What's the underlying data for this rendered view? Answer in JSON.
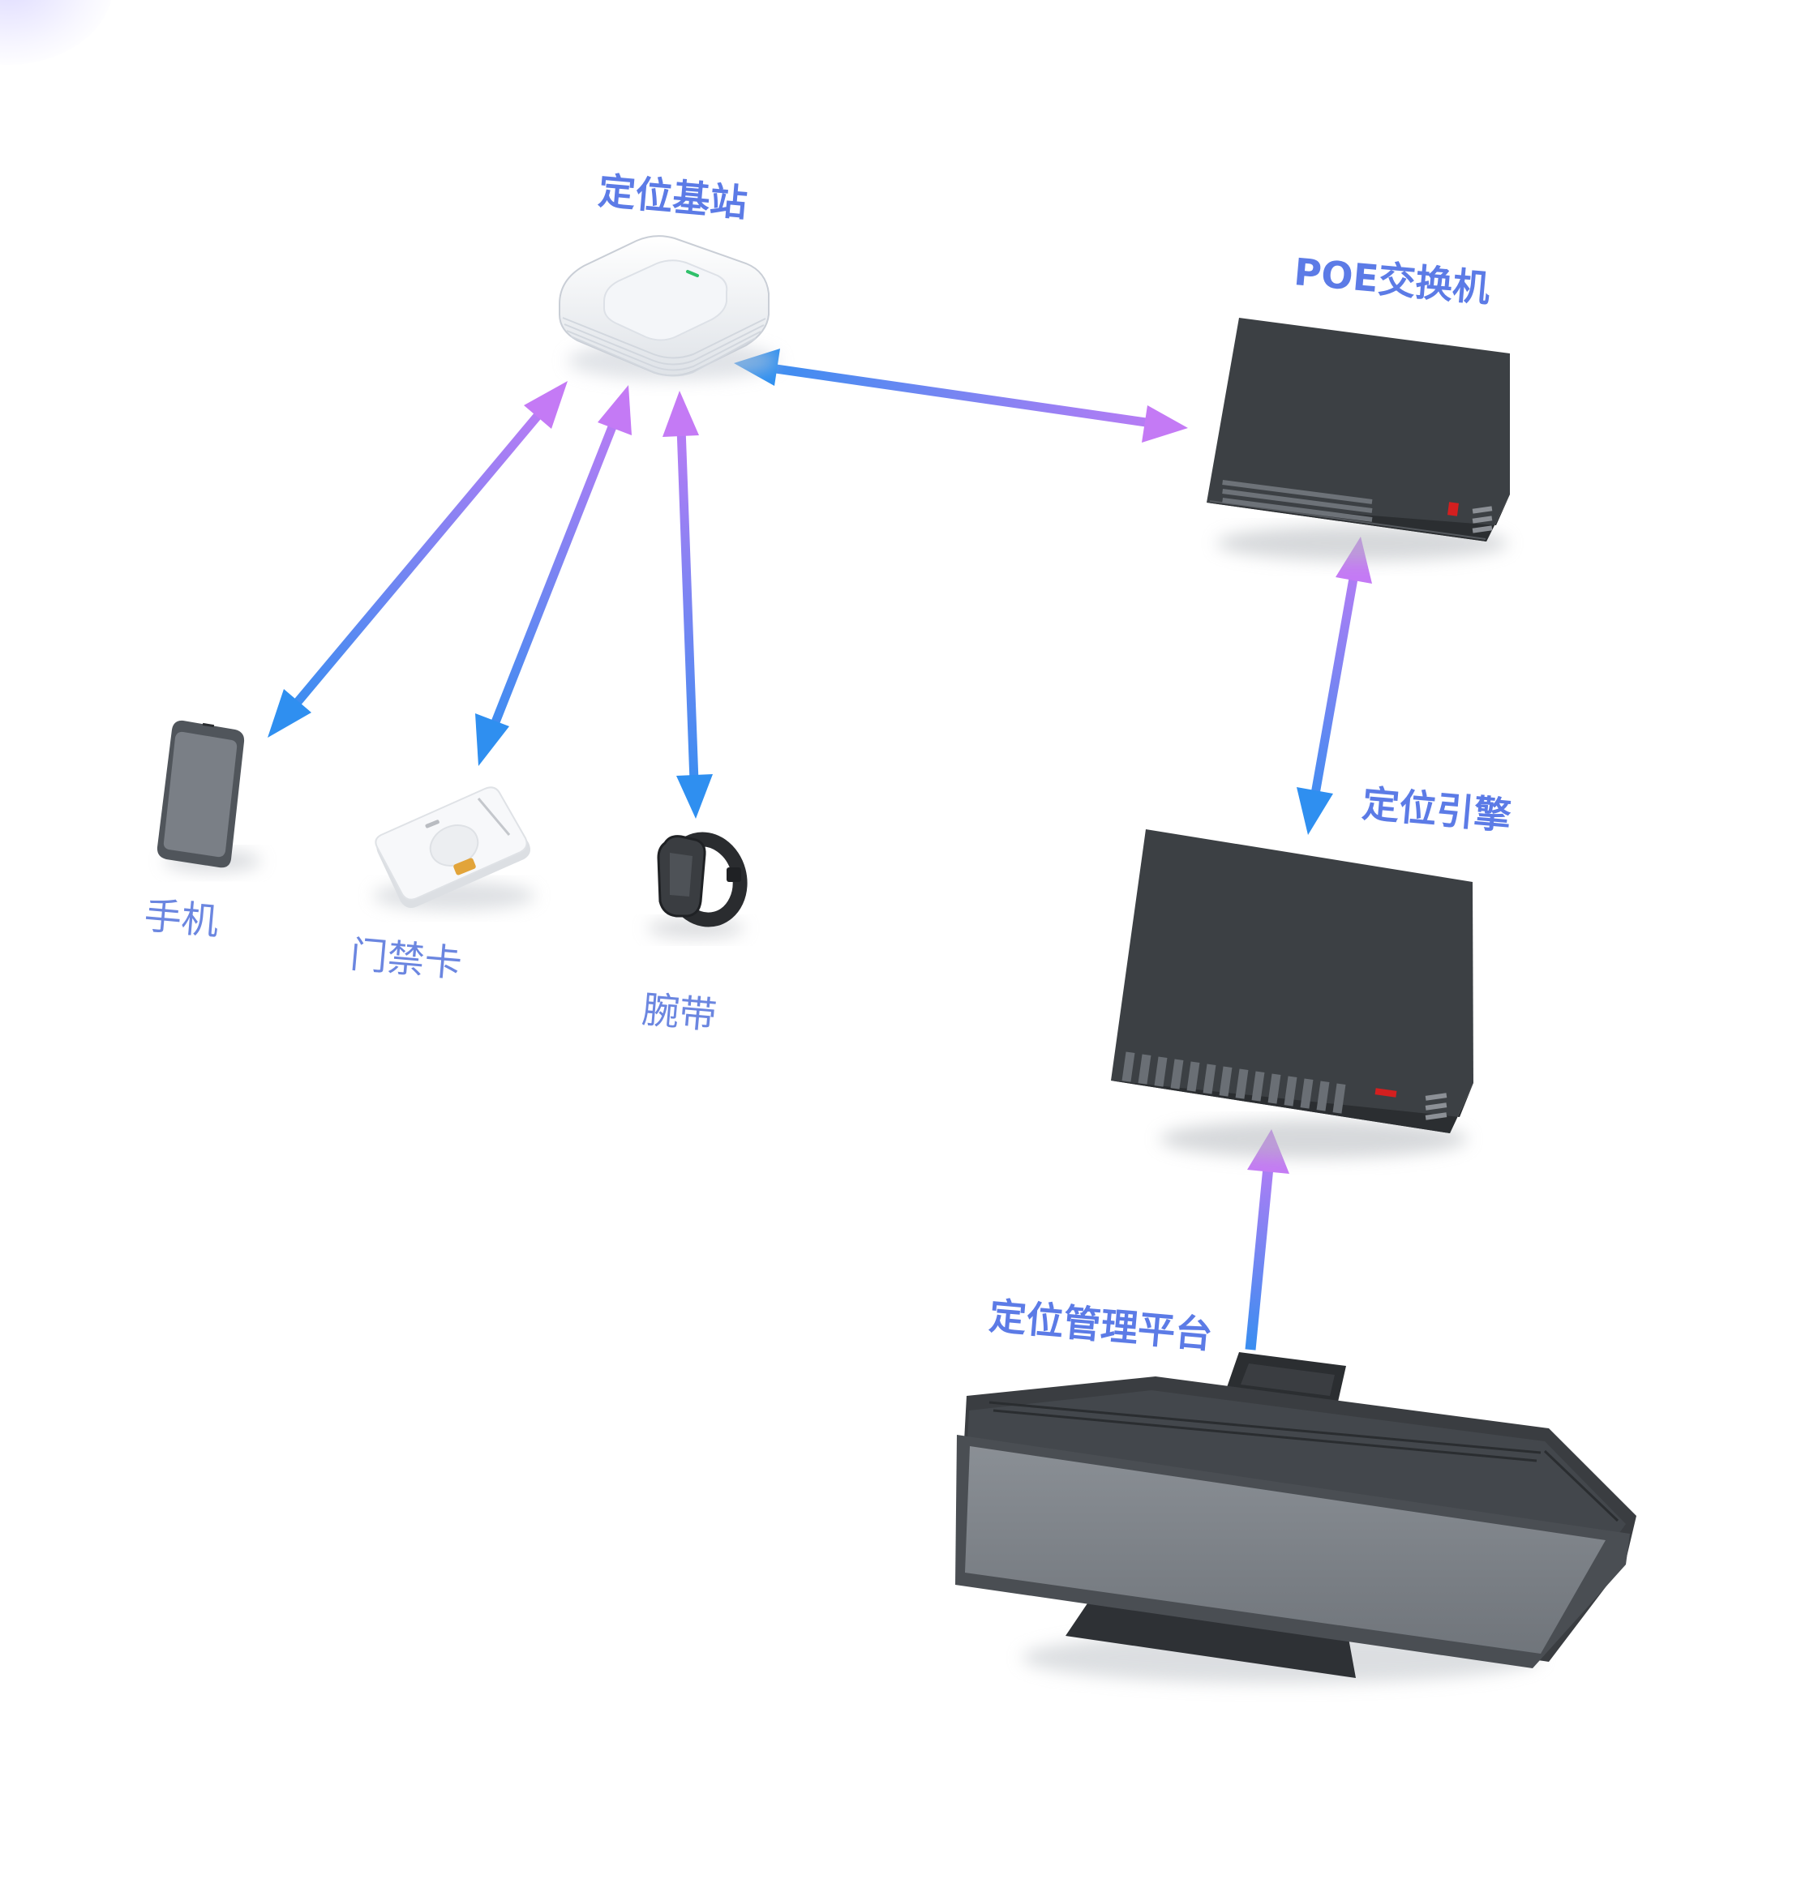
{
  "colors": {
    "label": "#5c7be6",
    "label_plain": "#6b86e0",
    "arrow_blue": "#2f8ff0",
    "arrow_purple": "#c47af5",
    "device_dark": "#3c4044",
    "device_darker": "#2b2e31",
    "led_red": "#d41f1f"
  },
  "nodes": {
    "base_station": {
      "label": "定位基站",
      "icon": "ceiling-anchor-icon"
    },
    "poe_switch": {
      "label": "POE交换机",
      "icon": "network-switch-icon"
    },
    "engine": {
      "label": "定位引擎",
      "icon": "server-box-icon"
    },
    "platform": {
      "label": "定位管理平台",
      "icon": "monitor-icon"
    },
    "phone": {
      "label": "手机",
      "icon": "smartphone-icon"
    },
    "access_card": {
      "label": "门禁卡",
      "icon": "access-card-icon"
    },
    "wristband": {
      "label": "腕带",
      "icon": "wristband-icon"
    }
  }
}
